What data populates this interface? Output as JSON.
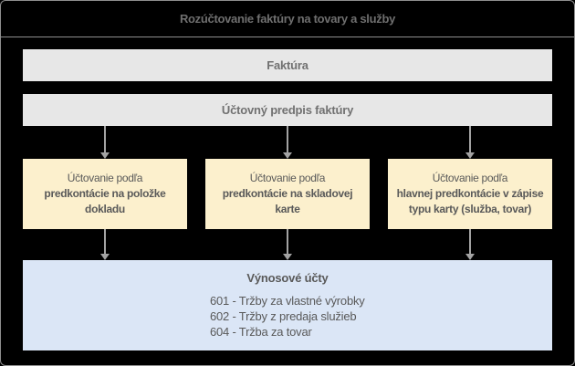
{
  "header": {
    "title": "Rozúčtovanie faktúry na tovary a služby"
  },
  "flow": {
    "invoice_label": "Faktúra",
    "posting_rule_label": "Účtovný predpis faktúry",
    "branches": [
      {
        "line1": "Účtovanie podľa",
        "line2": "predkontácie na položke",
        "line3": "dokladu"
      },
      {
        "line1": "Účtovanie podľa",
        "line2": "predkontácie na skladovej",
        "line3": "karte"
      },
      {
        "line1": "Účtovanie podľa",
        "line2": "hlavnej predkontácie v zápise",
        "line3": "typu karty (služba, tovar)"
      }
    ],
    "revenue": {
      "title": "Výnosové účty",
      "accounts": [
        "601 - Tržby za vlastné výrobky",
        "602 - Tržby z predaja služieb",
        "604 - Tržba za tovar"
      ]
    }
  },
  "colors": {
    "bg": "#000000",
    "border": "#8f8f8f",
    "title_text": "#6f6f6f",
    "gray_box": "#e7e7e7",
    "gray_box_text": "#717171",
    "yellow_box": "#fcf0cd",
    "blue_box": "#dbe6f6",
    "dark_text": "#595959",
    "arrow": "#a3a3a3"
  }
}
